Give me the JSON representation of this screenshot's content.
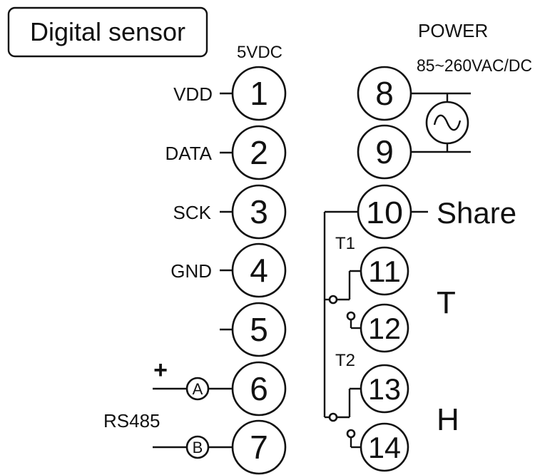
{
  "title": "Digital sensor",
  "supply_label": "5VDC",
  "power_label": "POWER",
  "power_range": "85~260VAC/DC",
  "left_terminals": [
    {
      "number": "1",
      "label": "VDD"
    },
    {
      "number": "2",
      "label": "DATA"
    },
    {
      "number": "3",
      "label": "SCK"
    },
    {
      "number": "4",
      "label": "GND"
    },
    {
      "number": "5",
      "label": ""
    },
    {
      "number": "6",
      "label": "A"
    },
    {
      "number": "7",
      "label": "B"
    }
  ],
  "plus_sign": "+",
  "rs485_label": "RS485",
  "right_terminals": [
    {
      "number": "8"
    },
    {
      "number": "9"
    },
    {
      "number": "10",
      "label": "Share"
    },
    {
      "number": "11"
    },
    {
      "number": "12"
    },
    {
      "number": "13"
    },
    {
      "number": "14"
    }
  ],
  "relay_t1": "T1",
  "relay_t2": "T2",
  "output_t": "T",
  "output_h": "H",
  "colors": {
    "ink": "#111111",
    "background": "#ffffff"
  }
}
